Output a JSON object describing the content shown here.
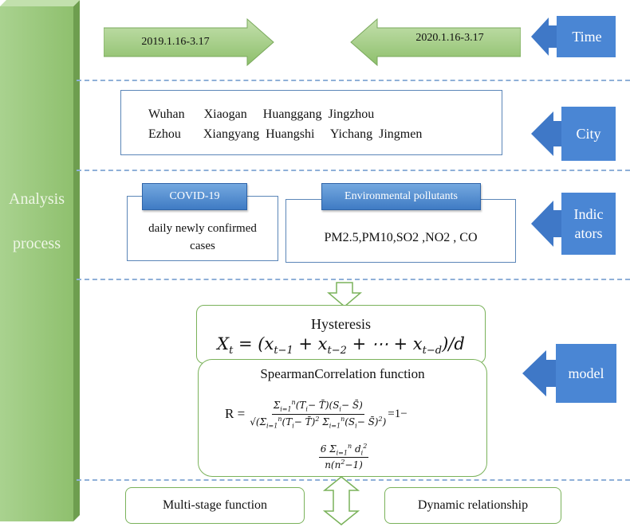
{
  "sidebar": {
    "line1": "Analysis",
    "line2": "process"
  },
  "time_row": {
    "from_label": "2019.1.16-3.17",
    "to_label": "2020.1.16-3.17",
    "tag": "Time"
  },
  "city_row": {
    "line1": "Wuhan      Xiaogan     Huanggang  Jingzhou",
    "line2": "Ezhou       Xiangyang  Huangshi     Yichang  Jingmen",
    "tag": "City"
  },
  "indicators_row": {
    "covid_header": "COVID-19",
    "covid_body_1": "daily newly confirmed",
    "covid_body_2": "cases",
    "env_header": "Environmental pollutants",
    "env_body": "PM2.5,PM10,SO2 ,NO2 , CO",
    "tag_1": "Indic",
    "tag_2": "ators"
  },
  "model_row": {
    "hysteresis_title": "Hysteresis",
    "spearman_title": "SpearmanCorrelation function",
    "r_label": "R =",
    "eq_one_minus": "=1−",
    "tag": "model"
  },
  "bottom_row": {
    "left_box": "Multi-stage function",
    "right_box": "Dynamic relationship"
  },
  "colors": {
    "green_bar": "#9fca82",
    "blue_tag": "#3f78c7",
    "green_border": "#7ab25a",
    "blue_border": "#5b86b8"
  }
}
